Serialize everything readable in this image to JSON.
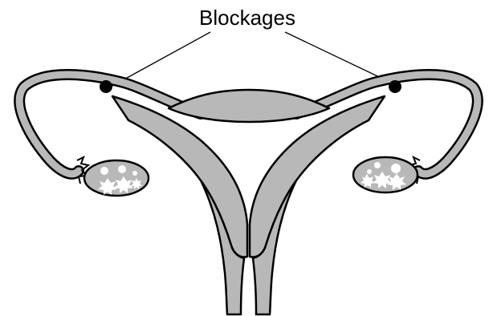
{
  "diagram": {
    "label": "Blockages",
    "structures": [
      "uterus",
      "left-fallopian-tube",
      "right-fallopian-tube",
      "left-ovary",
      "right-ovary",
      "cervix-vagina"
    ],
    "colors": {
      "tissue": "#b8b8b8",
      "outline": "#000000",
      "blockage": "#000000",
      "background": "#ffffff"
    }
  }
}
